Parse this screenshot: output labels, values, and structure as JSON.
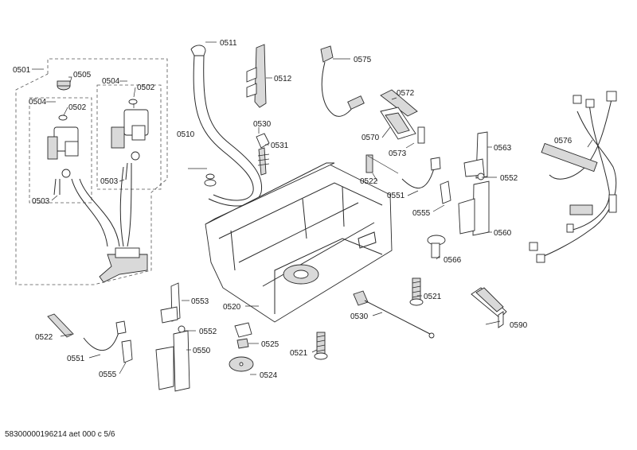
{
  "labels": {
    "l0501": "0501",
    "l0505": "0505",
    "l0504a": "0504",
    "l0504b": "0504",
    "l0502a": "0502",
    "l0502b": "0502",
    "l0503a": "0503",
    "l0503b": "0503",
    "l0511": "0511",
    "l0512": "0512",
    "l0575": "0575",
    "l0572": "0572",
    "l0510": "0510",
    "l0530a": "0530",
    "l0531": "0531",
    "l0570": "0570",
    "l0573": "0573",
    "l0563": "0563",
    "l0576": "0576",
    "l0552a": "0552",
    "l0522a": "0522",
    "l0551a": "0551",
    "l0555a": "0555",
    "l0560": "0560",
    "l0566": "0566",
    "l0553": "0553",
    "l0552b": "0552",
    "l0520": "0520",
    "l0521a": "0521",
    "l0590": "0590",
    "l0522b": "0522",
    "l0530b": "0530",
    "l0550": "0550",
    "l0525": "0525",
    "l0551b": "0551",
    "l0521b": "0521",
    "l0555b": "0555",
    "l0524": "0524"
  },
  "footer": "58300000196214 aet 000 c 5/6"
}
